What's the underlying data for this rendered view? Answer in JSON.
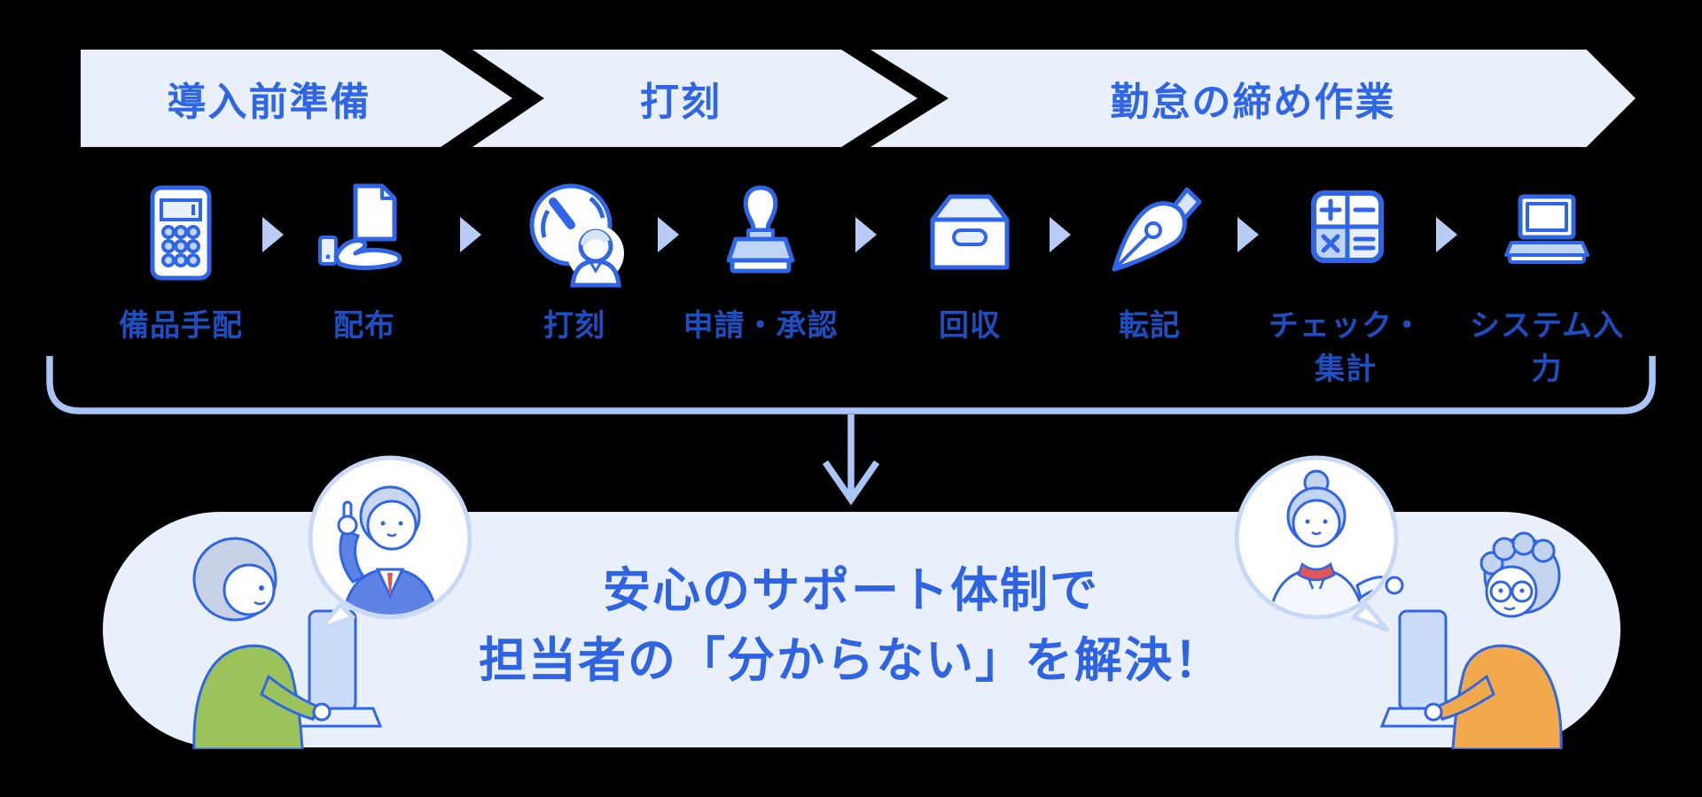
{
  "process_bar": {
    "stages": [
      {
        "label": "導入前準備"
      },
      {
        "label": "打刻"
      },
      {
        "label": "勤怠の締め作業"
      }
    ]
  },
  "steps": [
    {
      "label": "備品手配",
      "icon": "calculator-icon"
    },
    {
      "label": "配布",
      "icon": "hand-document-icon"
    },
    {
      "label": "打刻",
      "icon": "clock-person-icon"
    },
    {
      "label": "申請・承認",
      "icon": "stamp-icon"
    },
    {
      "label": "回収",
      "icon": "collection-box-icon"
    },
    {
      "label": "転記",
      "icon": "pen-nib-icon"
    },
    {
      "label": "チェック・\n集計",
      "icon": "check-calculator-icon"
    },
    {
      "label": "システム入力",
      "icon": "laptop-icon"
    }
  ],
  "support_banner": {
    "line1": "安心のサポート体制で",
    "line2": "担当者の「分からない」を解決！"
  },
  "colors": {
    "accent_blue": "#2F66E8",
    "label_blue": "#1D4FC4",
    "light_panel": "#E9F0FB",
    "icon_fill_light": "#BFD4F6",
    "flow_arrow": "#B7CDF7",
    "bracket": "#A9C4F6",
    "green_sweater": "#9CC25B",
    "orange_sweater": "#F2A94B",
    "red_accent": "#E05656",
    "hair_blue": "#C8D6F0"
  }
}
